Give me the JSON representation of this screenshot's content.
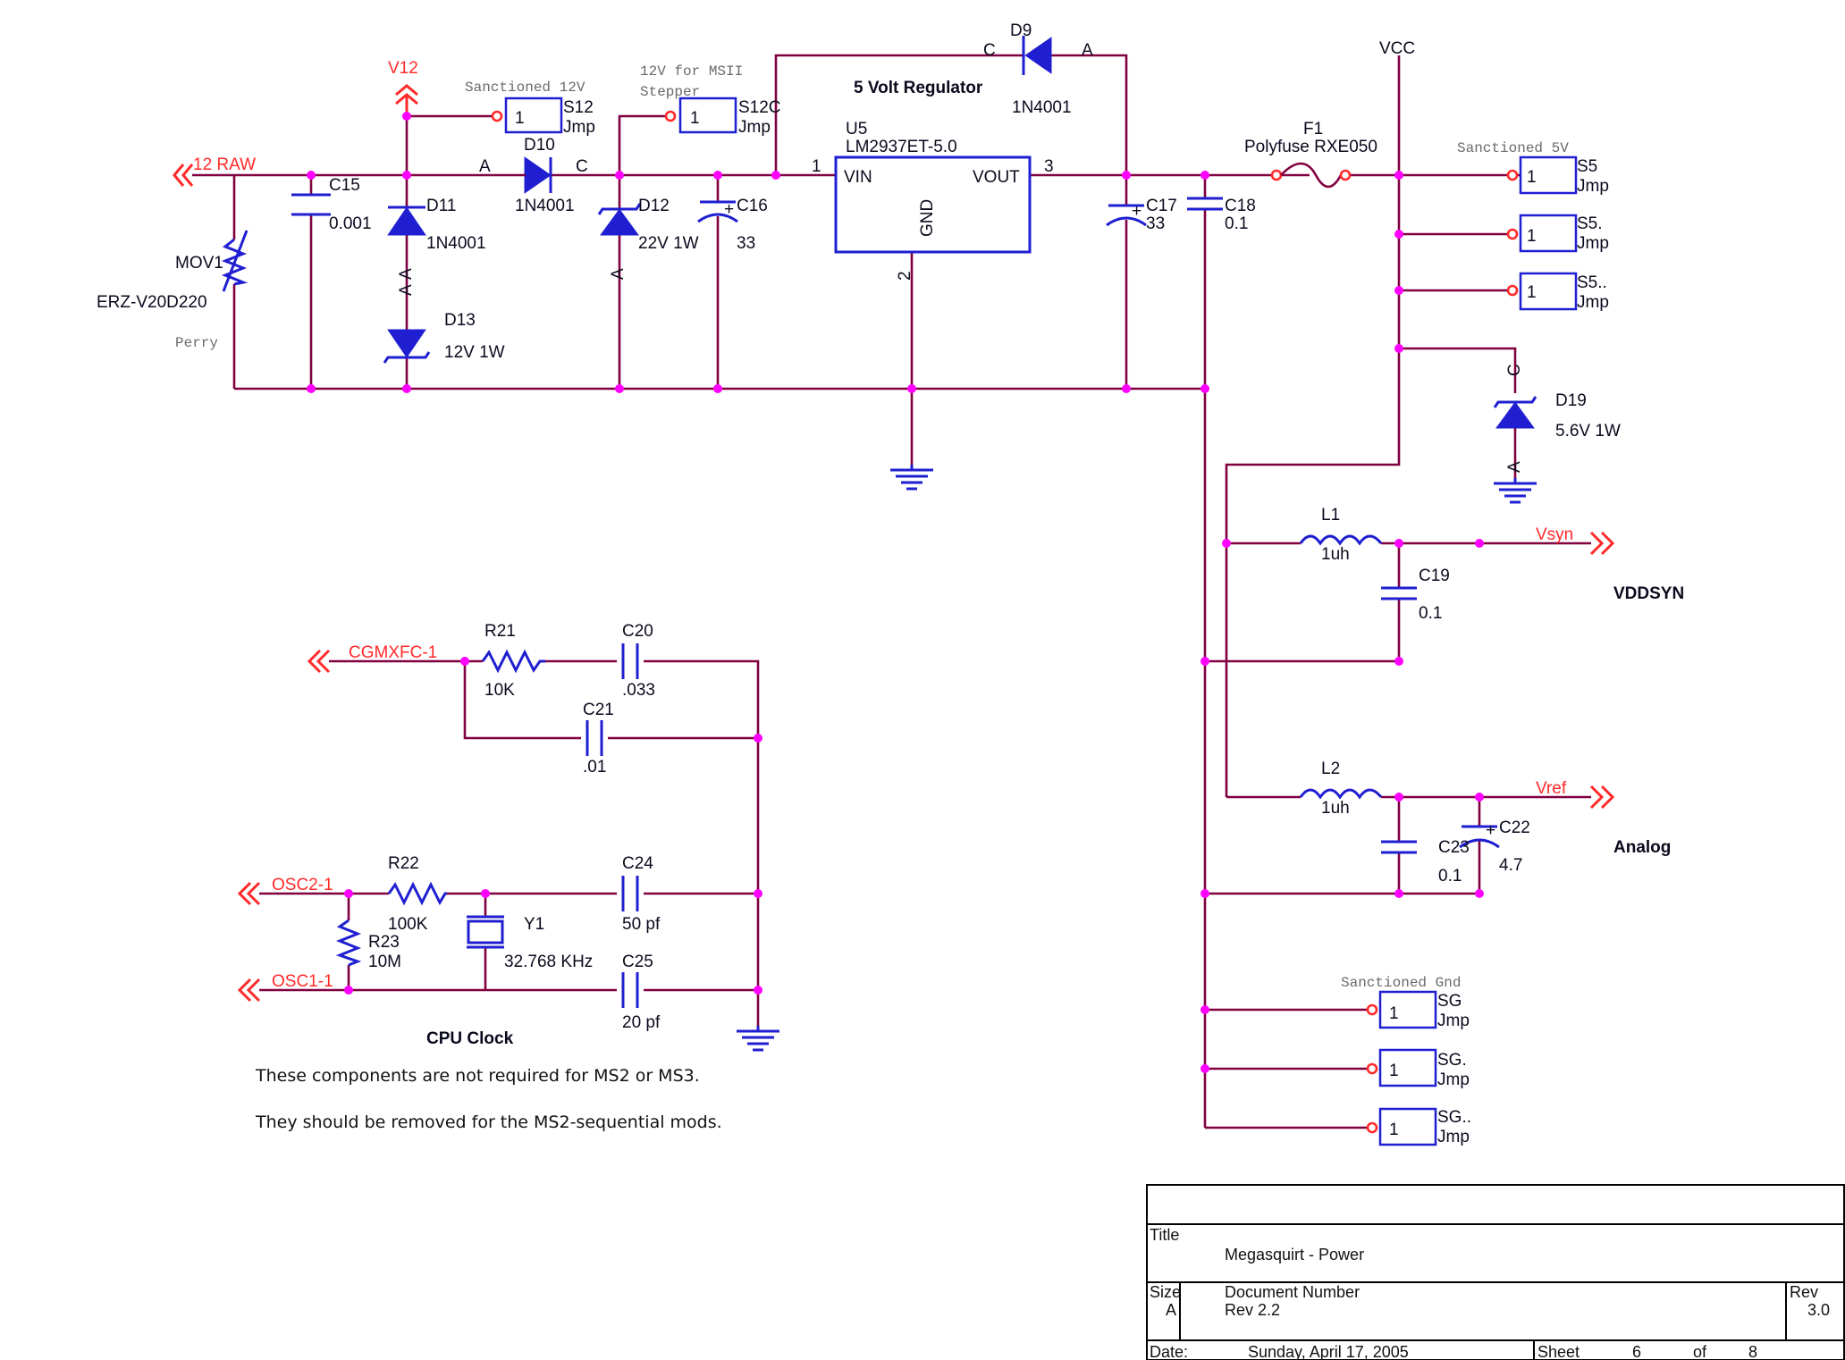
{
  "title_block": {
    "title_label": "Title",
    "title": "Megasquirt - Power",
    "size_label": "Size",
    "size": "A",
    "docnum_label": "Document Number",
    "docnum": "Rev 2.2",
    "rev_label": "Rev",
    "rev": "3.0",
    "date_label": "Date:",
    "date": "Sunday, April 17, 2005",
    "sheet_label": "Sheet",
    "sheet": "6",
    "of_label": "of",
    "sheets": "8"
  },
  "nets": {
    "v12": "V12",
    "raw12": "12 RAW",
    "vcc": "VCC",
    "vsyn": "Vsyn",
    "vref": "Vref",
    "cgmxfc": "CGMXFC-1",
    "osc2": "OSC2-1",
    "osc1": "OSC1-1"
  },
  "notes": {
    "regulator": "5 Volt Regulator",
    "sanctioned12": "Sanctioned 12V",
    "msii_line1": "12V for MSII",
    "msii_line2": "Stepper",
    "sanctioned5": "Sanctioned 5V",
    "sanctioned_gnd": "Sanctioned Gnd",
    "vddsyn": "VDDSYN",
    "analog": "Analog",
    "cpu_clock": "CPU Clock",
    "note1": "These components are not required for MS2 or MS3.",
    "note2": "They should be removed for the MS2-sequential mods."
  },
  "parts": {
    "d9": {
      "ref": "D9",
      "value": "1N4001",
      "pin_c": "C",
      "pin_a": "A"
    },
    "d10": {
      "ref": "D10",
      "value": "1N4001",
      "pin_a": "A",
      "pin_c": "C"
    },
    "d11": {
      "ref": "D11",
      "value": "1N4001",
      "pin_a": "A"
    },
    "d12": {
      "ref": "D12",
      "value": "22V 1W",
      "pin_a": "A"
    },
    "d13": {
      "ref": "D13",
      "value": "12V 1W",
      "pin_a": "A"
    },
    "d19": {
      "ref": "D19",
      "value": "5.6V 1W",
      "pin_c": "C",
      "pin_a": "A"
    },
    "c15": {
      "ref": "C15",
      "value": "0.001"
    },
    "c16": {
      "ref": "C16",
      "value": "33"
    },
    "c17": {
      "ref": "C17",
      "value": "33"
    },
    "c18": {
      "ref": "C18",
      "value": "0.1"
    },
    "c19": {
      "ref": "C19",
      "value": "0.1"
    },
    "c20": {
      "ref": "C20",
      "value": ".033"
    },
    "c21": {
      "ref": "C21",
      "value": ".01"
    },
    "c22": {
      "ref": "C22",
      "value": "4.7"
    },
    "c23": {
      "ref": "C23",
      "value": "0.1"
    },
    "c24": {
      "ref": "C24",
      "value": "50 pf"
    },
    "c25": {
      "ref": "C25",
      "value": "20 pf"
    },
    "mov1": {
      "ref": "MOV1",
      "value": "ERZ-V20D220",
      "note": "Perry"
    },
    "u5": {
      "ref": "U5",
      "value": "LM2937ET-5.0",
      "vin": "VIN",
      "vout": "VOUT",
      "gnd": "GND",
      "pin1": "1",
      "pin2": "2",
      "pin3": "3"
    },
    "f1": {
      "ref": "F1",
      "value": "Polyfuse RXE050"
    },
    "l1": {
      "ref": "L1",
      "value": "1uh"
    },
    "l2": {
      "ref": "L2",
      "value": "1uh"
    },
    "r21": {
      "ref": "R21",
      "value": "10K"
    },
    "r22": {
      "ref": "R22",
      "value": "100K"
    },
    "r23": {
      "ref": "R23",
      "value": "10M"
    },
    "y1": {
      "ref": "Y1",
      "value": "32.768 KHz"
    },
    "s12": {
      "ref": "S12",
      "value": "Jmp",
      "pin": "1"
    },
    "s12c": {
      "ref": "S12C",
      "value": "Jmp",
      "pin": "1"
    },
    "s5a": {
      "ref": "S5",
      "value": "Jmp",
      "pin": "1"
    },
    "s5b": {
      "ref": "S5.",
      "value": "Jmp",
      "pin": "1"
    },
    "s5c": {
      "ref": "S5..",
      "value": "Jmp",
      "pin": "1"
    },
    "sga": {
      "ref": "SG",
      "value": "Jmp",
      "pin": "1"
    },
    "sgb": {
      "ref": "SG.",
      "value": "Jmp",
      "pin": "1"
    },
    "sgc": {
      "ref": "SG..",
      "value": "Jmp",
      "pin": "1"
    }
  }
}
